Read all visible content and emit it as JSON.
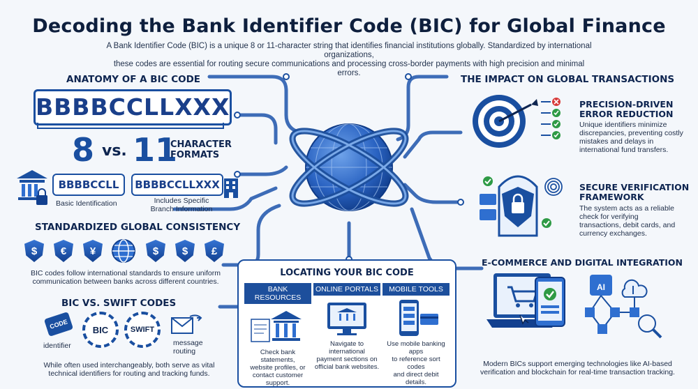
{
  "header": {
    "title": "Decoding the Bank Identifier Code (BIC) for Global Finance",
    "subtitle_line1": "A Bank Identifier Code (BIC) is a unique 8 or 11-character string that identifies financial institutions globally. Standardized by international organizations,",
    "subtitle_line2": "these codes are essential for routing secure communications and processing cross-border payments with high precision and minimal errors."
  },
  "anatomy": {
    "heading": "ANATOMY OF A BIC CODE",
    "big_code": "BBBBCCLLXXX",
    "num_8": "8",
    "vs": "vs.",
    "num_11": "11",
    "formats_line1": "CHARACTER",
    "formats_line2": "FORMATS",
    "short_code": "BBBBCCLL",
    "short_label": "Basic Identification",
    "long_code": "BBBBCCLLXXX",
    "long_label_line1": "Includes Specific",
    "long_label_line2": "Branch Information"
  },
  "consistency": {
    "heading": "STANDARDIZED GLOBAL CONSISTENCY",
    "symbols": [
      "$",
      "€",
      "¥",
      "$",
      "$",
      "£"
    ],
    "text_line1": "BIC codes follow international standards to ensure uniform",
    "text_line2": "communication between banks across different countries."
  },
  "swift": {
    "heading": "BIC VS. SWIFT CODES",
    "tag_label": "CODE",
    "identifier_label": "identifier",
    "bic_label": "BIC",
    "swift_label": "SWIFT",
    "message_label_line1": "message",
    "message_label_line2": "routing",
    "text_line1": "While often used interchangeably, both serve as vital",
    "text_line2": "technical identifiers for routing and tracking funds."
  },
  "locating": {
    "heading": "LOCATING YOUR BIC CODE",
    "columns": [
      {
        "title": "BANK RESOURCES",
        "line1": "Check bank statements,",
        "line2": "website profiles, or",
        "line3": "contact customer support."
      },
      {
        "title": "ONLINE PORTALS",
        "line1": "Navigate to international",
        "line2": "payment sections on",
        "line3": "official bank websites."
      },
      {
        "title": "MOBILE TOOLS",
        "line1": "Use mobile banking apps",
        "line2": "to reference sort codes",
        "line3": "and direct debit details."
      }
    ]
  },
  "impact": {
    "heading": "THE IMPACT ON GLOBAL TRANSACTIONS",
    "precision_head_line1": "PRECISION-DRIVEN",
    "precision_head_line2": "ERROR REDUCTION",
    "precision_text_line1": "Unique identifiers minimize",
    "precision_text_line2": "discrepancies, preventing costly",
    "precision_text_line3": "mistakes and delays in",
    "precision_text_line4": "international fund transfers.",
    "secure_head_line1": "SECURE VERIFICATION",
    "secure_head_line2": "FRAMEWORK",
    "secure_text_line1": "The system acts as a reliable",
    "secure_text_line2": "check for verifying",
    "secure_text_line3": "transactions, debit cards, and",
    "secure_text_line4": "currency exchanges."
  },
  "ecommerce": {
    "heading": "E-COMMERCE AND DIGITAL INTEGRATION",
    "ai_label": "AI",
    "text_line1": "Modern BICs support emerging technologies like AI-based",
    "text_line2": "verification and blockchain for real-time transaction tracking."
  },
  "colors": {
    "primary": "#1a4fa0",
    "dark": "#0e2550",
    "check": "#2e9a45",
    "error": "#d83a3a"
  }
}
